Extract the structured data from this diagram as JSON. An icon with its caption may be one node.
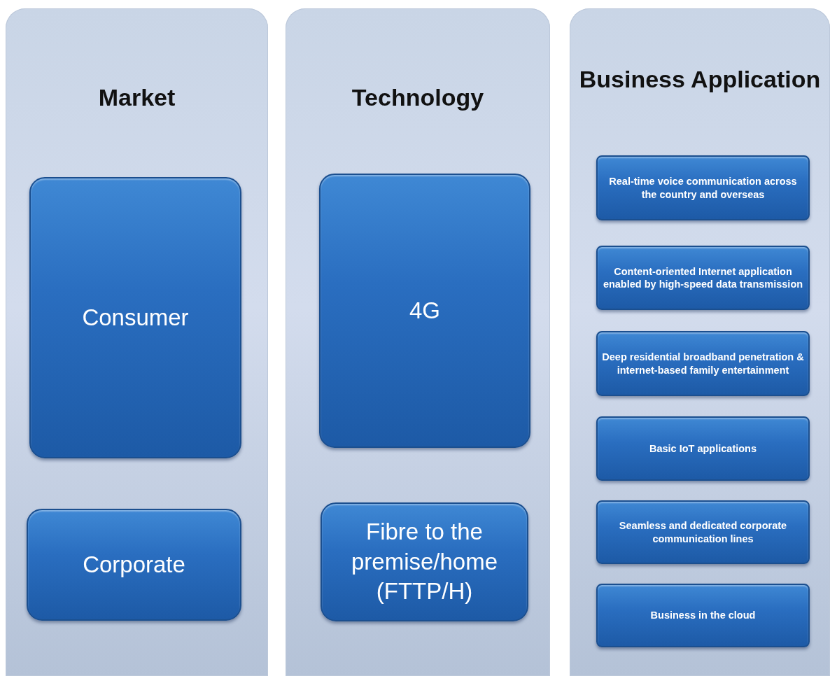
{
  "diagram": {
    "nodes": [
      {
        "text": [
          "Market"
        ]
      },
      {
        "text": [
          "Consumer"
        ],
        "in": 0
      },
      {
        "text": [
          "Corporate"
        ],
        "in": 0
      },
      {
        "text": [
          "Technology"
        ]
      },
      {
        "text": [
          "4G"
        ],
        "in": 3
      },
      {
        "text": [
          "Fibre to the premise/home (FTTP/H)"
        ],
        "in": 3
      },
      {
        "text": [
          "Business Application"
        ]
      },
      {
        "text": [
          "Real-time voice communication across the country and overseas"
        ],
        "in": 6
      },
      {
        "text": [
          "Content-oriented Internet application enabled by high-speed data transmission"
        ],
        "in": 6
      },
      {
        "text": [
          "Deep residential broadband penetration & internet-based family entertainment"
        ],
        "in": 6
      },
      {
        "text": [
          "Basic IoT applications"
        ],
        "in": 6
      },
      {
        "text": [
          "Seamless and dedicated corporate communication lines"
        ],
        "in": 6
      },
      {
        "text": [
          "Business in the cloud"
        ],
        "in": 6
      }
    ]
  }
}
